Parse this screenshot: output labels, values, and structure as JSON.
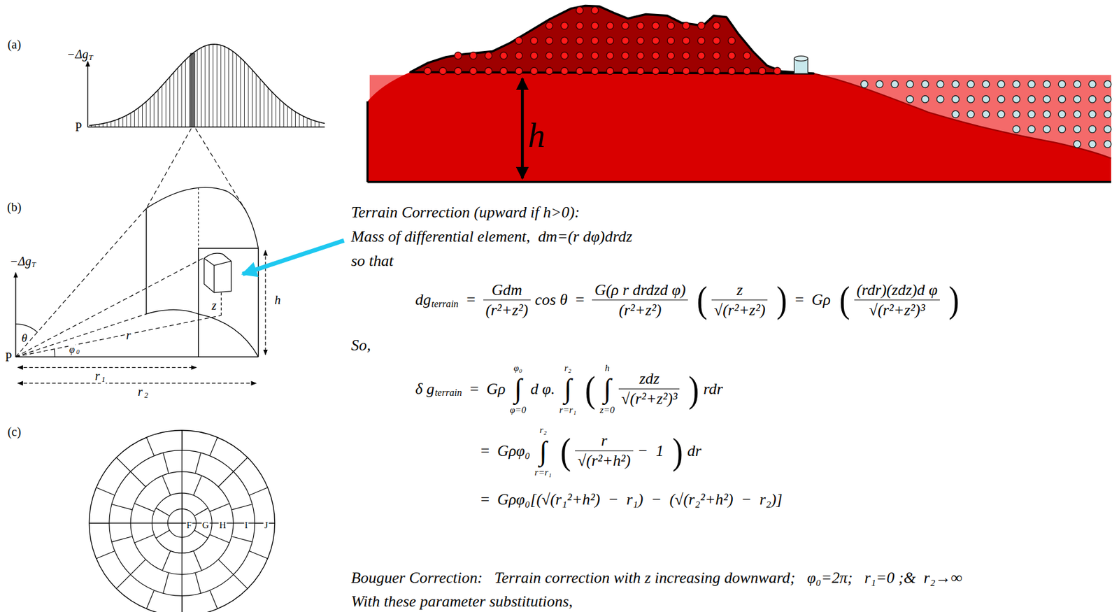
{
  "diagram": {
    "labels": [
      "(a)",
      "−Δg",
      "T",
      "P",
      "(b)",
      "−Δg",
      "T",
      "θ",
      "φ",
      "0",
      "r",
      "z",
      "h",
      "P",
      "r",
      "1",
      "r",
      "2",
      "(c)",
      "F",
      "G",
      "H",
      "I",
      "J",
      "h",
      "Terrain Correction (upward if h>0):",
      "Mass of differential element,  dm=(r dφ)drdz",
      "so that",
      "dg",
      "terrain",
      "=",
      "Gdm",
      "(r²+z²)",
      "cos θ",
      "=",
      "G(ρ r drdzd φ)",
      "(r²+z²)",
      "(",
      "z",
      "√(r²+z²)",
      ")",
      "=",
      "Gρ",
      "(",
      "(rdr)(zdz)d φ",
      "√(r²+z²)³",
      ")",
      "So,",
      "δ g",
      "terrain",
      "=",
      "Gρ",
      "φ₀",
      "∫",
      "φ=0",
      "d φ.",
      "r₂",
      "∫",
      "r=r₁",
      "(",
      "h",
      "∫",
      "z=0",
      "zdz",
      "√(r²+z²)³",
      ")",
      "rdr",
      "=",
      "Gρφ₀",
      "r₂",
      "∫",
      "r=r₁",
      "(",
      "r",
      "√(r²+h²)",
      "−  1",
      ")",
      "dr",
      "=",
      "Gρφ₀[(√(r₁²+h²)  −  r₁)  −  (√(r₂²+h²)  −  r₂)]",
      "Bouguer Correction:   Terrain correction with z increasing downward;   φ₀=2π;   r₁=0 ;&  r₂→∞",
      "With these parameter substitutions,"
    ]
  }
}
